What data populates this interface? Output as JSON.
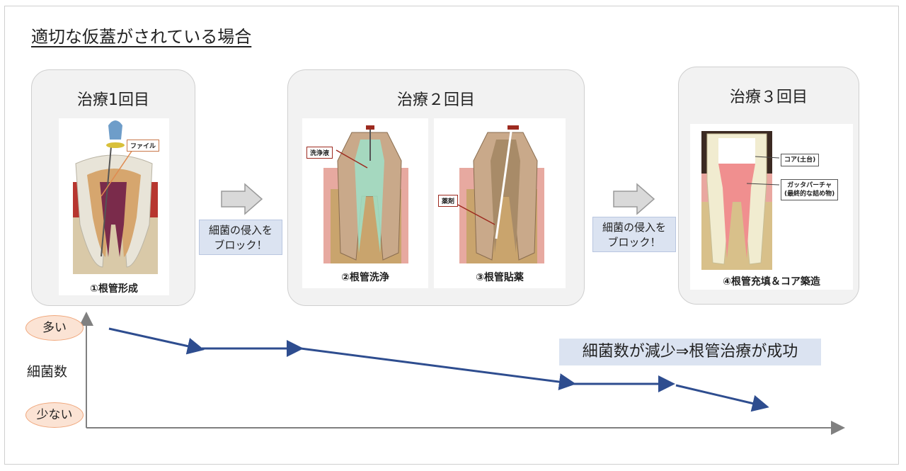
{
  "title": "適切な仮蓋がされている場合",
  "panels": {
    "p1": {
      "title": "治療1回目",
      "caption": "①根管形成",
      "tag": "ファイル"
    },
    "p2": {
      "title": "治療２回目",
      "caption_a": "②根管洗浄",
      "caption_b": "③根管貼薬",
      "tag_a": "洗浄液",
      "tag_b": "薬剤"
    },
    "p3": {
      "title": "治療３回目",
      "caption": "④根管充填＆コア築造",
      "tag_core": "コア(土台)",
      "tag_gp_1": "ガッタパーチャ",
      "tag_gp_2": "(最終的な詰め物)"
    }
  },
  "block_label_1": {
    "line1": "細菌の侵入を",
    "line2": "ブロック！"
  },
  "block_label_2": {
    "line1": "細菌の侵入を",
    "line2": "ブロック！"
  },
  "graph": {
    "y_axis_label": "細菌数",
    "high_label": "多い",
    "low_label": "少ない",
    "result_text": "細菌数が減少⇒根管治療が成功"
  },
  "colors": {
    "arrow": "#2e4d8f",
    "axis": "#808080",
    "oval_fill": "#fbe3d4",
    "oval_border": "#f0a77c",
    "label_fill": "#dbe3f1"
  }
}
